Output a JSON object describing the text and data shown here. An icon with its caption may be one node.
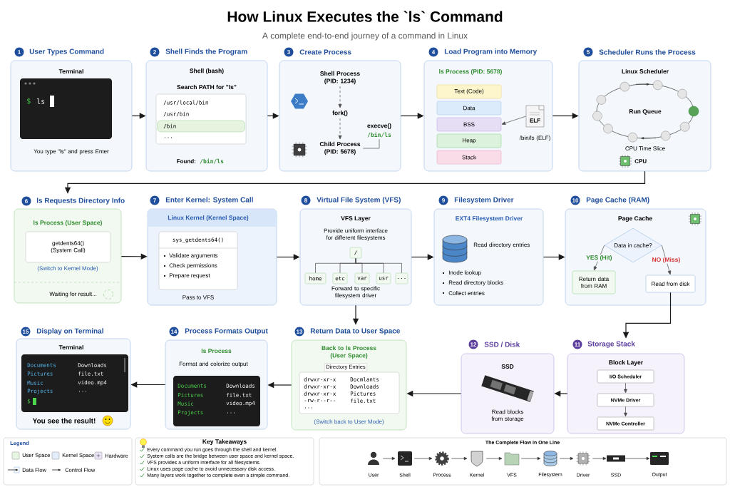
{
  "diagram": {
    "title": "How Linux Executes the `ls` Command",
    "nodes": [
      {
        "text": [
          "1",
          "User Types Command",
          "Terminal",
          "You type \"ls\" and press Enter"
        ]
      },
      {
        "text": [
          "$",
          "ls"
        ],
        "in": 0
      },
      {
        "text": [
          "2",
          "Shell Finds the Program",
          "Shell (bash)",
          "Search PATH for \"ls\"",
          "Found:",
          "/bin/ls"
        ]
      },
      {
        "text": [
          "/usr/local/bin",
          "/usr/bin",
          "/bin",
          "..."
        ],
        "in": 2
      },
      {
        "text": [
          "3",
          "Create Process"
        ]
      },
      {
        "text": [
          "Shell Process (PID: 1234)"
        ],
        "in": 4
      },
      {
        "text": [
          "fork()"
        ],
        "in": 4
      },
      {
        "text": [
          "Child Process (PID: 5678)"
        ],
        "in": 4
      },
      {
        "text": [
          "execve()",
          "/bin/ls"
        ],
        "in": 4
      },
      {
        "text": [
          "4",
          "Load Program into Memory",
          "ls Process (PID: 5678)"
        ]
      },
      {
        "text": [
          "Text (Code)"
        ],
        "in": 9
      },
      {
        "text": [
          "Data"
        ],
        "in": 9
      },
      {
        "text": [
          "BSS"
        ],
        "in": 9
      },
      {
        "text": [
          "Heap"
        ],
        "in": 9
      },
      {
        "text": [
          "Stack"
        ],
        "in": 9
      },
      {
        "text": [
          "ELF"
        ],
        "beside": [
          "/bin/ls (ELF)"
        ],
        "in": 9
      },
      {
        "text": [
          "5",
          "Scheduler Runs the Process",
          "Linux Scheduler",
          "Run Queue",
          "CPU Time Slice",
          "CPU"
        ]
      },
      {
        "text": [
          "6",
          "ls Requests Directory Info",
          "ls Process (User Space)",
          "(Switch to Kernel Mode)",
          "Waiting for result..."
        ]
      },
      {
        "text": [
          "getdents64() (System Call)"
        ],
        "in": 17
      },
      {
        "text": [
          "7",
          "Enter Kernel: System Call",
          "Linux Kernel (Kernel Space)",
          "Pass to VFS"
        ]
      },
      {
        "text": [
          "sys_getdents64()",
          "Validate arguments",
          "Check permissions",
          "Prepare request"
        ],
        "in": 19
      },
      {
        "text": [
          "8",
          "Virtual File System (VFS)",
          "VFS Layer",
          "Provide uniform interface for different filesystems",
          "Forward to specific filesystem driver"
        ]
      },
      {
        "text": [
          "/"
        ],
        "in": 21
      },
      {
        "text": [
          "home"
        ],
        "in": 21
      },
      {
        "text": [
          "etc"
        ],
        "in": 21
      },
      {
        "text": [
          "var"
        ],
        "in": 21
      },
      {
        "text": [
          "usr"
        ],
        "in": 21
      },
      {
        "text": [
          "..."
        ],
        "in": 21
      },
      {
        "text": [
          "9",
          "Filesystem Driver",
          "EXT4 Filesystem Driver",
          "Read directory entries",
          "Inode lookup",
          "Read directory blocks",
          "Collect entries"
        ]
      },
      {
        "text": [
          "10",
          "Page Cache (RAM)",
          "Page Cache"
        ]
      },
      {
        "text": [
          "Data in cache?"
        ],
        "in": 29
      },
      {
        "text": [
          "Return data from RAM"
        ],
        "in": 29
      },
      {
        "text": [
          "Read from disk"
        ],
        "in": 29
      },
      {
        "text": [
          "11",
          "Storage Stack",
          "Block Layer"
        ]
      },
      {
        "text": [
          "I/O Scheduler"
        ],
        "in": 33
      },
      {
        "text": [
          "NVMe Driver"
        ],
        "in": 33
      },
      {
        "text": [
          "NVMe Controller"
        ],
        "in": 33
      },
      {
        "text": [
          "12",
          "SSD / Disk",
          "SSD",
          "Read blocks from storage"
        ]
      },
      {
        "text": [
          "13",
          "Return Data to User Space",
          "Back to ls Process (User Space)",
          "(Switch back to User Mode)"
        ]
      },
      {
        "text": [
          "Directory Entries",
          "drwxr-xr-x",
          "Docmlants",
          "drwxr-xr-x",
          "Downloads",
          "drwxr-xr-x",
          "Pictures",
          "-rw-r--r--",
          "file.txt",
          "..."
        ],
        "in": 38
      },
      {
        "text": [
          "14",
          "Process Formats Output",
          "ls Process",
          "Format and colorize output"
        ]
      },
      {
        "text": [
          "Documents",
          "Downloads",
          "Pictures",
          "file.txt",
          "Music",
          "video.mp4",
          "Projects",
          "..."
        ],
        "in": 40
      },
      {
        "text": [
          "15",
          "Display on Terminal",
          "Terminal",
          "You see the result!"
        ]
      },
      {
        "text": [
          "Documents",
          "Downloads",
          "Pictures",
          "file.txt",
          "Music",
          "video.mp4",
          "Projects",
          "...",
          "$"
        ],
        "in": 42
      },
      {
        "text": [
          "Key Takeaways",
          "Every command you run goes through the shell and kernel.",
          "System calls are the bridge between user space and kernel space.",
          "VFS provides a uniform interface for all filesystems.",
          "Linux uses page cache to avoid unnecessary disk access.",
          "Many layers work together to complete even a simple command."
        ]
      },
      {
        "text": [
          "The Complete Flow in One Line"
        ]
      },
      {
        "text": [
          "User"
        ],
        "in": 45
      },
      {
        "text": [
          "Shell"
        ],
        "in": 45
      },
      {
        "text": [
          "Process"
        ],
        "in": 45
      },
      {
        "text": [
          "Kernel"
        ],
        "in": 45
      },
      {
        "text": [
          "VFS"
        ],
        "in": 45
      },
      {
        "text": [
          "Filesystem"
        ],
        "in": 45
      },
      {
        "text": [
          "Driver"
        ],
        "in": 45
      },
      {
        "text": [
          "SSD"
        ],
        "in": 45
      },
      {
        "text": [
          "Output"
        ],
        "in": 45
      }
    ],
    "edges": [
      {
        "from": 0,
        "to": 2,
        "arrow": "to"
      },
      {
        "from": 2,
        "to": 4,
        "arrow": "to"
      },
      {
        "from": 4,
        "to": 9,
        "arrow": "to"
      },
      {
        "from": 9,
        "to": 16,
        "arrow": "to"
      },
      {
        "from": 16,
        "to": 17,
        "arrow": "to"
      },
      {
        "from": 17,
        "to": 19,
        "arrow": "to"
      },
      {
        "from": 19,
        "to": 21,
        "arrow": "to"
      },
      {
        "from": 21,
        "to": 28,
        "arrow": "to"
      },
      {
        "from": 28,
        "to": 29,
        "arrow": "to"
      },
      {
        "from": 21,
        "to": 38,
        "arrow": "to"
      },
      {
        "from": 32,
        "to": 33,
        "arrow": "to"
      },
      {
        "from": 33,
        "to": 37,
        "arrow": "to"
      },
      {
        "from": 37,
        "to": 38,
        "arrow": "to"
      },
      {
        "from": 38,
        "to": 40,
        "arrow": "to"
      },
      {
        "from": 40,
        "to": 42,
        "arrow": "to"
      },
      {
        "from": 5,
        "to": 6,
        "arrow": "to",
        "style": "dashed"
      },
      {
        "from": 6,
        "to": 7,
        "arrow": "to",
        "style": "dashed"
      },
      {
        "from": 8,
        "to": 7,
        "arrow": "none"
      },
      {
        "from": 15,
        "to": 12,
        "arrow": "to"
      },
      {
        "from": 22,
        "to": 23,
        "arrow": "none"
      },
      {
        "from": 22,
        "to": 24,
        "arrow": "none"
      },
      {
        "from": 22,
        "to": 25,
        "arrow": "none"
      },
      {
        "from": 22,
        "to": 26,
        "arrow": "none"
      },
      {
        "from": 22,
        "to": 27,
        "arrow": "none"
      },
      {
        "from": 30,
        "to": 31,
        "arrow": "to",
        "label": "YES (Hit)"
      },
      {
        "from": 30,
        "to": 32,
        "arrow": "to",
        "label": "NO (Miss)"
      },
      {
        "from": 34,
        "to": 35,
        "arrow": "to"
      },
      {
        "from": 35,
        "to": 36,
        "arrow": "to"
      },
      {
        "from": 46,
        "to": 47,
        "arrow": "to"
      },
      {
        "from": 47,
        "to": 48,
        "arrow": "to"
      },
      {
        "from": 48,
        "to": 49,
        "arrow": "to"
      },
      {
        "from": 49,
        "to": 50,
        "arrow": "to"
      },
      {
        "from": 50,
        "to": 51,
        "arrow": "to"
      },
      {
        "from": 51,
        "to": 52,
        "arrow": "to"
      },
      {
        "from": 52,
        "to": 53,
        "arrow": "to"
      },
      {
        "from": 53,
        "to": 54,
        "arrow": "to"
      }
    ],
    "labels": [
      "A complete end-to-end journey of a command in Linux",
      "Legend"
    ],
    "legend": [
      {
        "text": "User Space",
        "color": "#e8f6e4"
      },
      {
        "text": "Kernel Space",
        "color": "#e3edfb"
      },
      {
        "text": "Hardware",
        "color": "#ede5f8"
      },
      {
        "text": "Data Flow"
      },
      {
        "text": "Control Flow"
      }
    ]
  }
}
